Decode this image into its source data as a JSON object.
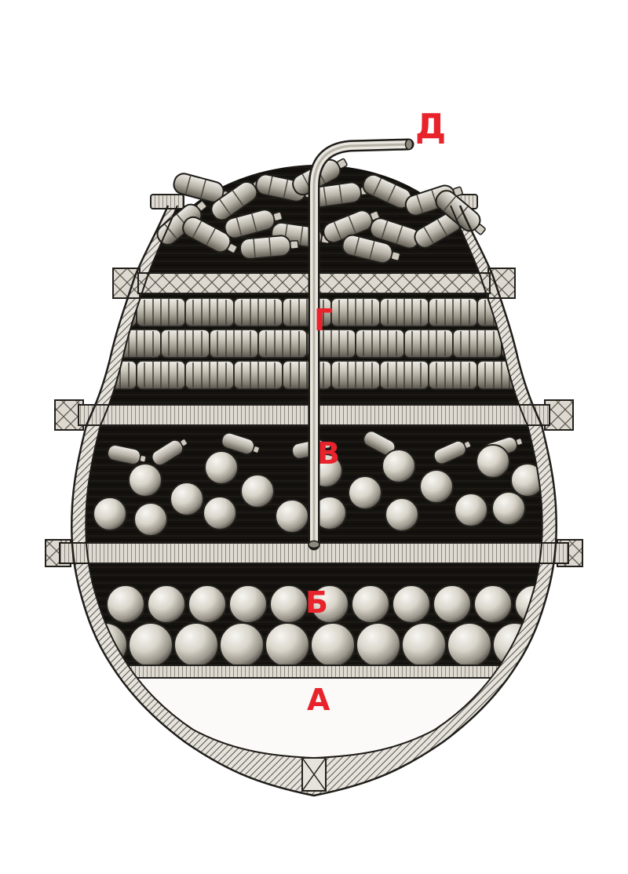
{
  "figure": {
    "labels": [
      "Д",
      "Г",
      "В",
      "Б",
      "А"
    ],
    "label_color": "#e8232b"
  }
}
